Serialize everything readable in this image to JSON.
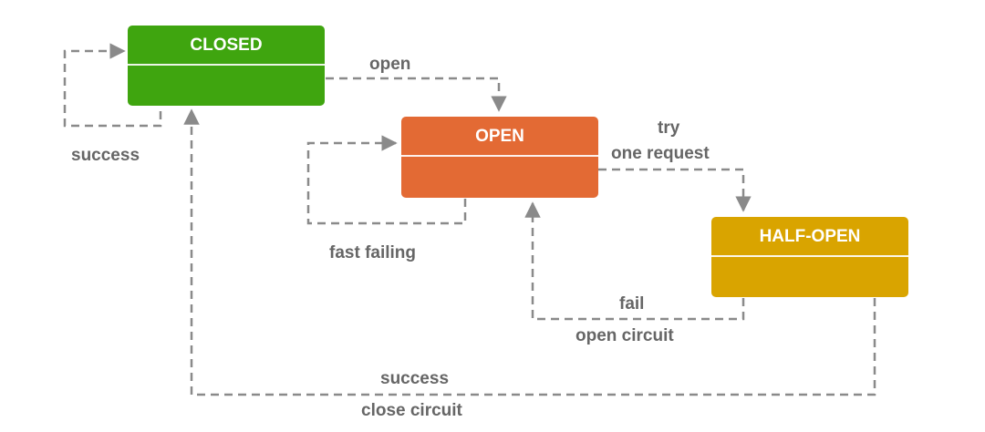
{
  "colors": {
    "closed": "#3fa50f",
    "open": "#e36a34",
    "half_open": "#d9a400",
    "edge": "#8a8a8a",
    "label": "#666666"
  },
  "states": {
    "closed": {
      "title": "CLOSED"
    },
    "open": {
      "title": "OPEN"
    },
    "half_open": {
      "title": "HALF-OPEN"
    }
  },
  "transitions": {
    "closed_self": {
      "label": "success"
    },
    "closed_to_open": {
      "label": "open"
    },
    "open_self": {
      "label": "fast failing"
    },
    "open_to_half_open": {
      "label_line1": "try",
      "label_line2": "one request"
    },
    "half_open_to_open": {
      "label_line1": "fail",
      "label_line2": "open circuit"
    },
    "half_open_to_closed": {
      "label_line1": "success",
      "label_line2": "close circuit"
    }
  }
}
